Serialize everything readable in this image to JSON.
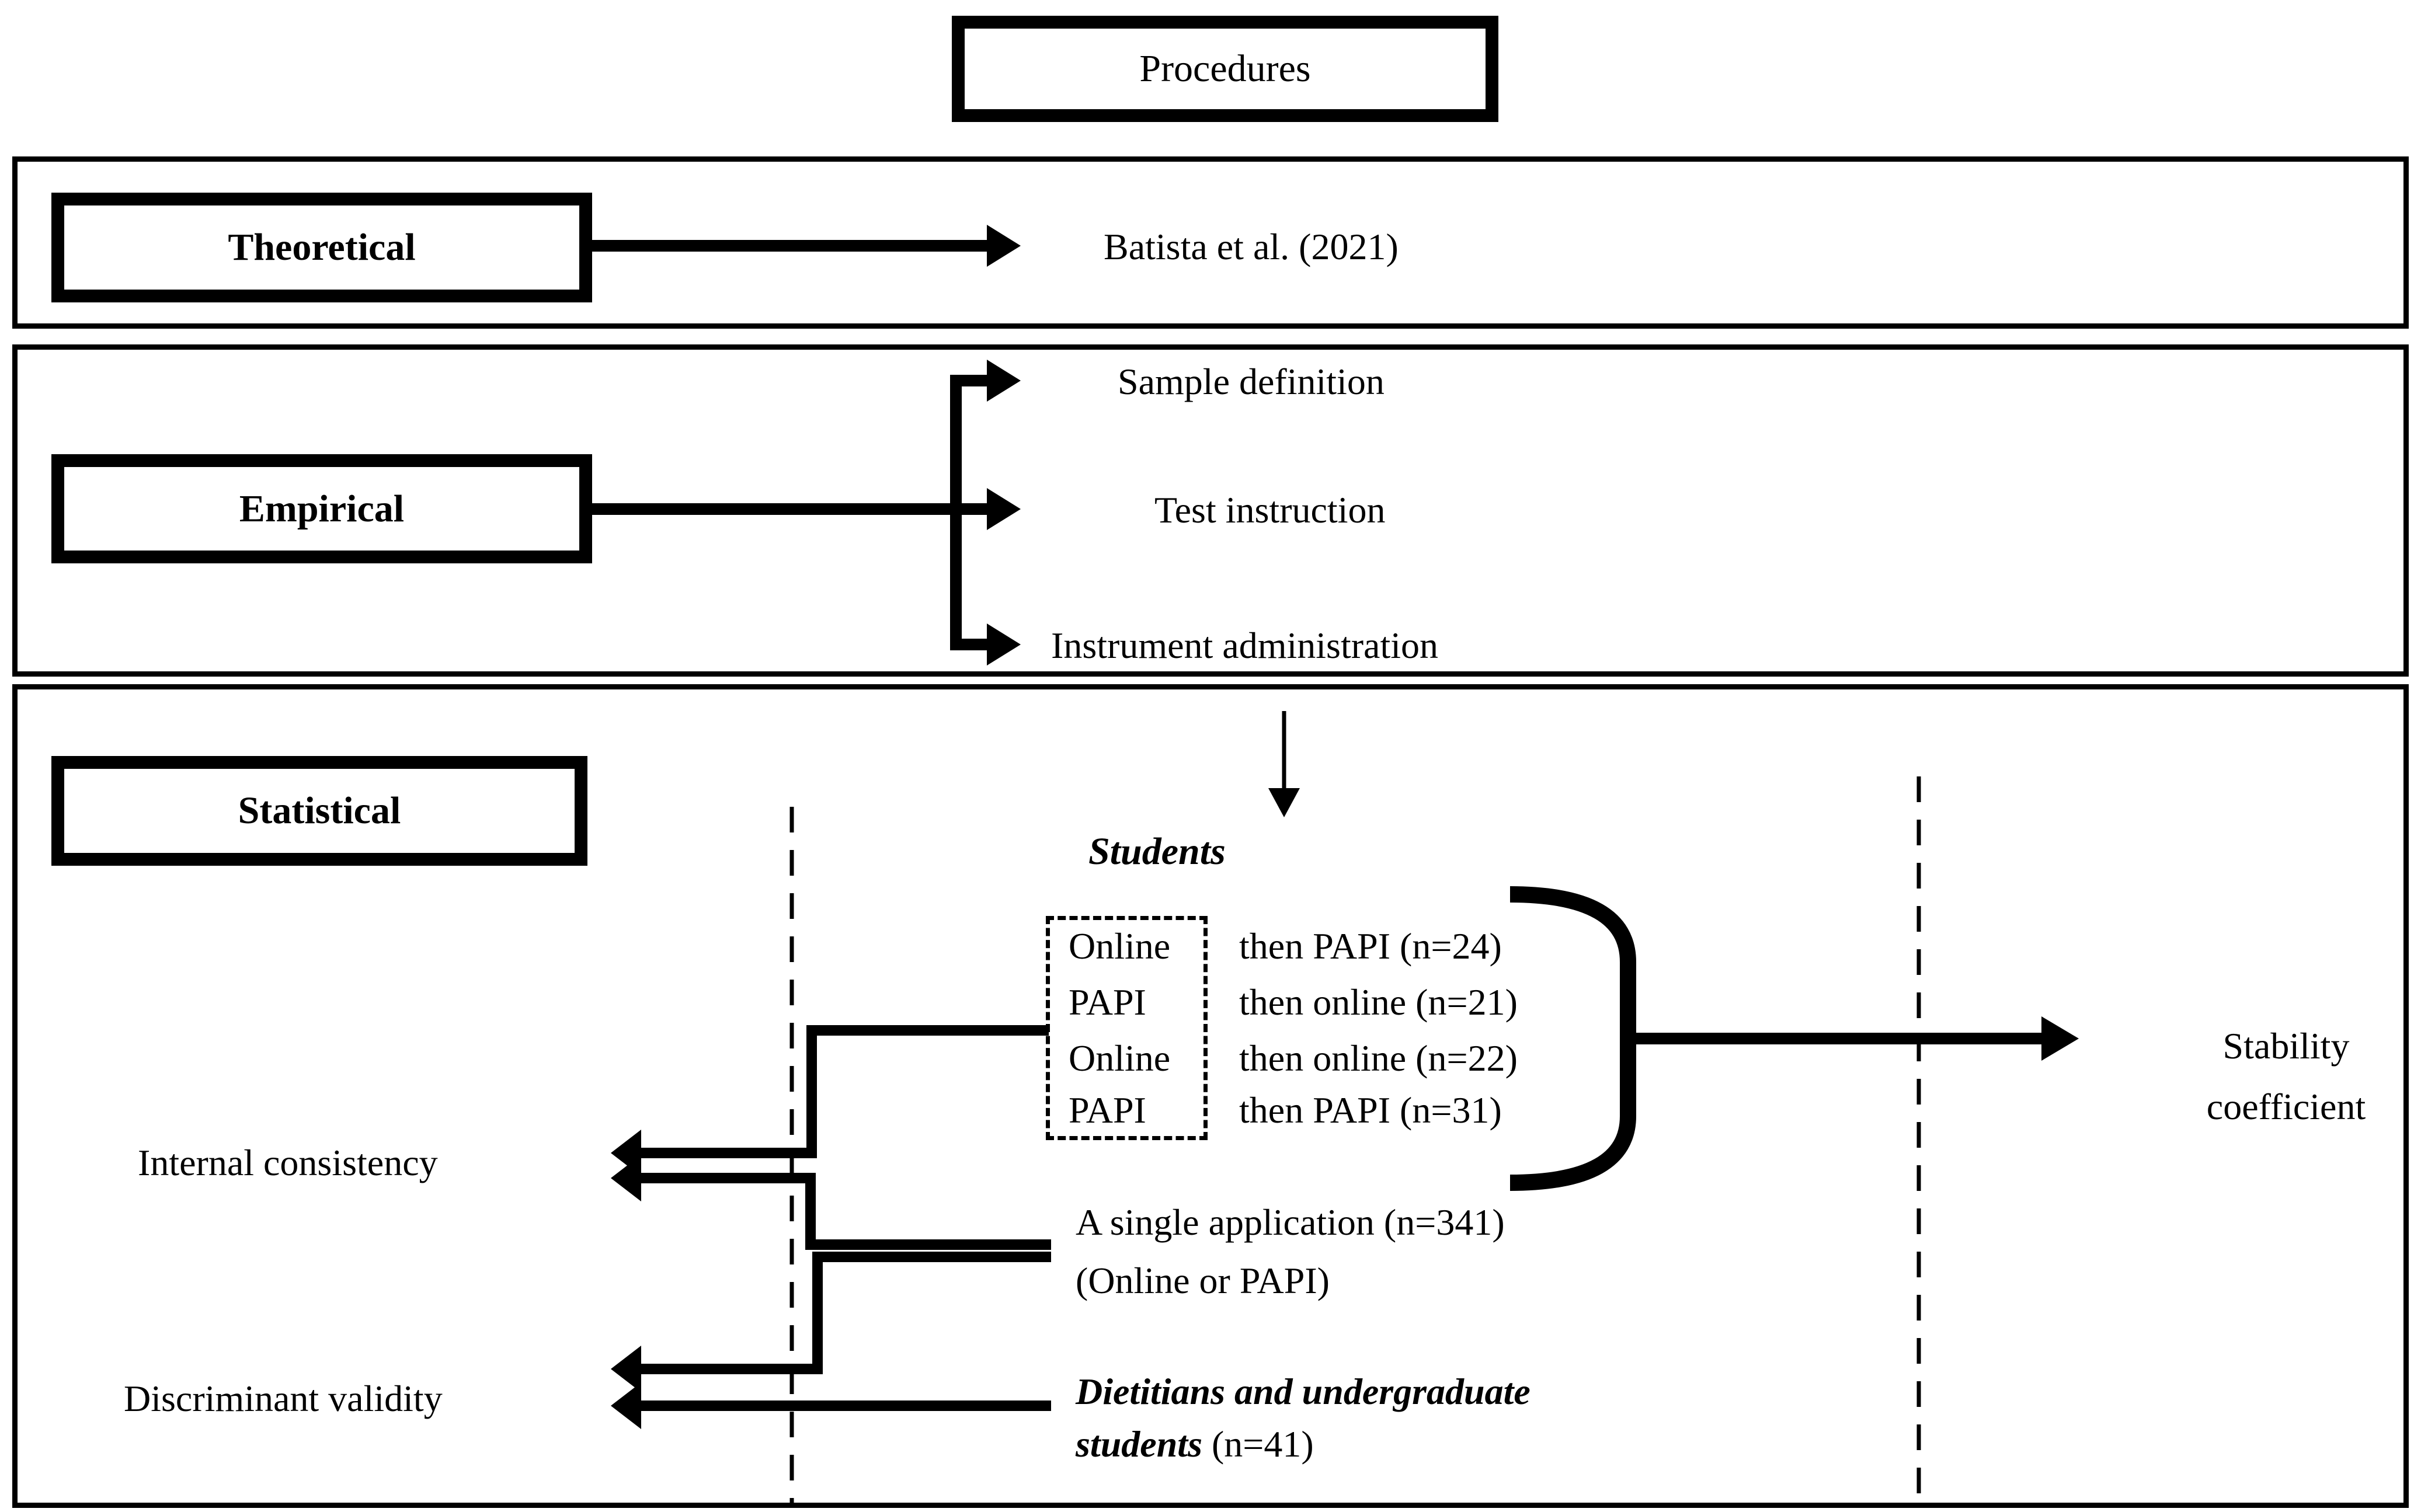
{
  "colors": {
    "ink": "#000000",
    "paper": "#ffffff"
  },
  "title_box": {
    "label": "Procedures"
  },
  "theoretical": {
    "label": "Theoretical",
    "reference": "Batista et al. (2021)"
  },
  "empirical": {
    "label": "Empirical",
    "steps": [
      "Sample definition",
      "Test instruction",
      "Instrument administration"
    ]
  },
  "statistical": {
    "label": "Statistical",
    "students_heading": "Students",
    "retest_groups": [
      {
        "mode": "Online",
        "sequence": "then PAPI (n=24)"
      },
      {
        "mode": "PAPI",
        "sequence": "then online (n=21)"
      },
      {
        "mode": "Online",
        "sequence": "then online (n=22)"
      },
      {
        "mode": "PAPI",
        "sequence": "then PAPI (n=31)"
      }
    ],
    "single_application": {
      "line1": "A single application (n=341)",
      "line2": "(Online or PAPI)"
    },
    "dietitians": {
      "line1": "Dietitians and undergraduate",
      "line2_emphasis": "students",
      "line2_detail": " (n=41)"
    },
    "outcomes": {
      "internal_consistency": "Internal consistency",
      "discriminant_validity": "Discriminant validity",
      "stability_line1": "Stability",
      "stability_line2": "coefficient"
    }
  }
}
